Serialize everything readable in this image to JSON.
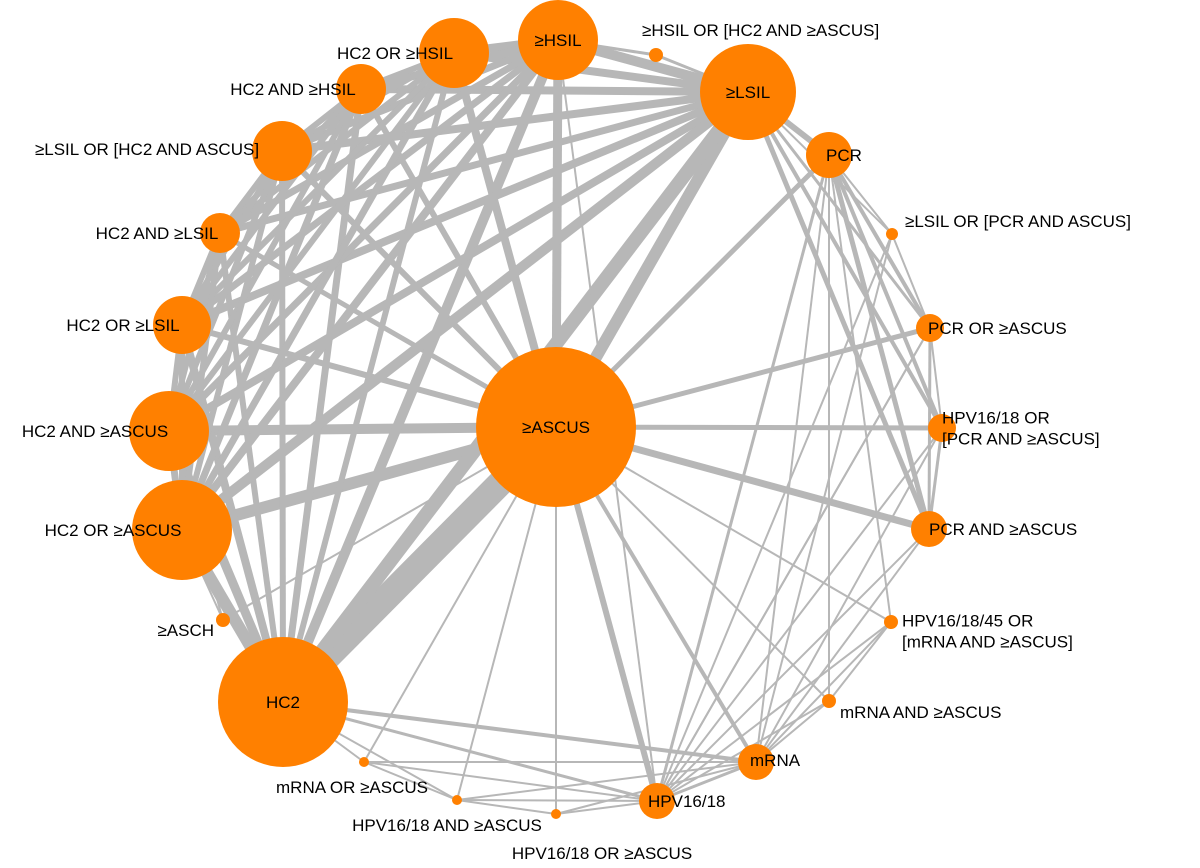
{
  "colors": {
    "node": "#ff8000",
    "edge": "#b7b7b7",
    "label": "#000000",
    "background": "#ffffff"
  },
  "nodes": [
    {
      "id": "ascus",
      "lines": [
        "≥ASCUS"
      ]
    },
    {
      "id": "hsil",
      "lines": [
        "≥HSIL"
      ]
    },
    {
      "id": "hsil_or_hc2_ascus",
      "lines": [
        "≥HSIL OR [HC2 AND ≥ASCUS]"
      ]
    },
    {
      "id": "lsil",
      "lines": [
        "≥LSIL"
      ]
    },
    {
      "id": "pcr",
      "lines": [
        "PCR"
      ]
    },
    {
      "id": "lsil_or_pcr_ascus",
      "lines": [
        "≥LSIL OR [PCR AND ASCUS]"
      ]
    },
    {
      "id": "pcr_or_ascus",
      "lines": [
        "PCR OR ≥ASCUS"
      ]
    },
    {
      "id": "hpv1618_or_pcr_ascus",
      "lines": [
        "HPV16/18 OR",
        "[PCR AND ≥ASCUS]"
      ]
    },
    {
      "id": "pcr_and_ascus",
      "lines": [
        "PCR AND ≥ASCUS"
      ]
    },
    {
      "id": "hpv161845_or_mrna_ascus",
      "lines": [
        "HPV16/18/45 OR",
        "[mRNA AND ≥ASCUS]"
      ]
    },
    {
      "id": "mrna_and_ascus",
      "lines": [
        "mRNA AND ≥ASCUS"
      ]
    },
    {
      "id": "mrna",
      "lines": [
        "mRNA"
      ]
    },
    {
      "id": "hpv1618",
      "lines": [
        "HPV16/18"
      ]
    },
    {
      "id": "hpv1618_or_ascus",
      "lines": [
        "HPV16/18 OR ≥ASCUS"
      ]
    },
    {
      "id": "hpv1618_and_ascus",
      "lines": [
        "HPV16/18 AND ≥ASCUS"
      ]
    },
    {
      "id": "mrna_or_ascus",
      "lines": [
        "mRNA OR ≥ASCUS"
      ]
    },
    {
      "id": "hc2",
      "lines": [
        "HC2"
      ]
    },
    {
      "id": "asch",
      "lines": [
        "≥ASCH"
      ]
    },
    {
      "id": "hc2_or_ascus",
      "lines": [
        "HC2 OR ≥ASCUS"
      ]
    },
    {
      "id": "hc2_and_ascus",
      "lines": [
        "HC2 AND ≥ASCUS"
      ]
    },
    {
      "id": "hc2_or_lsil",
      "lines": [
        "HC2 OR ≥LSIL"
      ]
    },
    {
      "id": "hc2_and_lsil",
      "lines": [
        "HC2 AND ≥LSIL"
      ]
    },
    {
      "id": "lsil_or_hc2_ascus",
      "lines": [
        "≥LSIL OR [HC2 AND ASCUS]"
      ]
    },
    {
      "id": "hc2_and_hsil",
      "lines": [
        "HC2 AND ≥HSIL"
      ]
    },
    {
      "id": "hc2_or_hsil",
      "lines": [
        "HC2 OR ≥HSIL"
      ]
    }
  ],
  "edges": [
    [
      "ascus",
      "hc2",
      26
    ],
    [
      "ascus",
      "lsil",
      12
    ],
    [
      "ascus",
      "hsil",
      9
    ],
    [
      "ascus",
      "hc2_or_ascus",
      12
    ],
    [
      "ascus",
      "hc2_and_ascus",
      10
    ],
    [
      "ascus",
      "hc2_or_hsil",
      8
    ],
    [
      "ascus",
      "hc2_or_lsil",
      6
    ],
    [
      "ascus",
      "hc2_and_lsil",
      5
    ],
    [
      "ascus",
      "lsil_or_hc2_ascus",
      6
    ],
    [
      "ascus",
      "hc2_and_hsil",
      6
    ],
    [
      "ascus",
      "pcr_and_ascus",
      7
    ],
    [
      "ascus",
      "pcr_or_ascus",
      5
    ],
    [
      "ascus",
      "hpv1618_or_pcr_ascus",
      5
    ],
    [
      "ascus",
      "pcr",
      5
    ],
    [
      "ascus",
      "hpv1618",
      6
    ],
    [
      "ascus",
      "mrna",
      4
    ],
    [
      "ascus",
      "mrna_and_ascus",
      2
    ],
    [
      "ascus",
      "hpv161845_or_mrna_ascus",
      2
    ],
    [
      "ascus",
      "hpv1618_or_ascus",
      2
    ],
    [
      "ascus",
      "hpv1618_and_ascus",
      2
    ],
    [
      "ascus",
      "mrna_or_ascus",
      2
    ],
    [
      "ascus",
      "asch",
      2
    ],
    [
      "hc2",
      "lsil",
      14
    ],
    [
      "hc2",
      "hsil",
      10
    ],
    [
      "hc2",
      "hc2_or_ascus",
      12
    ],
    [
      "hc2",
      "hc2_and_ascus",
      9
    ],
    [
      "hc2",
      "hc2_or_lsil",
      8
    ],
    [
      "hc2",
      "hc2_and_lsil",
      6
    ],
    [
      "hc2",
      "lsil_or_hc2_ascus",
      6
    ],
    [
      "hc2",
      "hc2_and_hsil",
      7
    ],
    [
      "hc2",
      "hc2_or_hsil",
      6
    ],
    [
      "hc2",
      "mrna",
      4
    ],
    [
      "hc2",
      "hpv1618",
      3
    ],
    [
      "hc2",
      "mrna_or_ascus",
      2
    ],
    [
      "hc2",
      "hpv1618_and_ascus",
      2
    ],
    [
      "lsil",
      "hsil",
      10
    ],
    [
      "lsil",
      "hc2_or_hsil",
      8
    ],
    [
      "lsil",
      "hc2_and_hsil",
      8
    ],
    [
      "lsil",
      "lsil_or_hc2_ascus",
      8
    ],
    [
      "lsil",
      "hc2_and_lsil",
      7
    ],
    [
      "lsil",
      "hc2_or_lsil",
      8
    ],
    [
      "lsil",
      "hc2_and_ascus",
      8
    ],
    [
      "lsil",
      "hc2_or_ascus",
      10
    ],
    [
      "lsil",
      "pcr",
      6
    ],
    [
      "lsil",
      "pcr_and_ascus",
      5
    ],
    [
      "lsil",
      "hpv1618_or_pcr_ascus",
      4
    ],
    [
      "lsil",
      "hsil_or_hc2_ascus",
      3
    ],
    [
      "lsil",
      "lsil_or_pcr_ascus",
      2
    ],
    [
      "lsil",
      "pcr_or_ascus",
      3
    ],
    [
      "hsil",
      "hc2_or_hsil",
      9
    ],
    [
      "hsil",
      "hc2_and_hsil",
      8
    ],
    [
      "hsil",
      "lsil_or_hc2_ascus",
      7
    ],
    [
      "hsil",
      "hc2_and_lsil",
      7
    ],
    [
      "hsil",
      "hc2_or_lsil",
      7
    ],
    [
      "hsil",
      "hc2_and_ascus",
      7
    ],
    [
      "hsil",
      "hc2_or_ascus",
      8
    ],
    [
      "hsil",
      "hsil_or_hc2_ascus",
      3
    ],
    [
      "hc2_or_hsil",
      "hc2_and_hsil",
      6
    ],
    [
      "hc2_or_hsil",
      "lsil_or_hc2_ascus",
      6
    ],
    [
      "hc2_or_hsil",
      "hc2_and_lsil",
      6
    ],
    [
      "hc2_or_hsil",
      "hc2_or_lsil",
      6
    ],
    [
      "hc2_or_hsil",
      "hc2_and_ascus",
      6
    ],
    [
      "hc2_or_hsil",
      "hc2_or_ascus",
      7
    ],
    [
      "hc2_and_hsil",
      "lsil_or_hc2_ascus",
      6
    ],
    [
      "hc2_and_hsil",
      "hc2_and_lsil",
      6
    ],
    [
      "hc2_and_hsil",
      "hc2_or_lsil",
      6
    ],
    [
      "hc2_and_hsil",
      "hc2_and_ascus",
      6
    ],
    [
      "hc2_and_hsil",
      "hc2_or_ascus",
      7
    ],
    [
      "lsil_or_hc2_ascus",
      "hc2_and_lsil",
      6
    ],
    [
      "lsil_or_hc2_ascus",
      "hc2_or_lsil",
      6
    ],
    [
      "lsil_or_hc2_ascus",
      "hc2_and_ascus",
      6
    ],
    [
      "lsil_or_hc2_ascus",
      "hc2_or_ascus",
      6
    ],
    [
      "hc2_and_lsil",
      "hc2_or_lsil",
      6
    ],
    [
      "hc2_and_lsil",
      "hc2_and_ascus",
      6
    ],
    [
      "hc2_and_lsil",
      "hc2_or_ascus",
      6
    ],
    [
      "hc2_or_lsil",
      "hc2_and_ascus",
      6
    ],
    [
      "hc2_or_lsil",
      "hc2_or_ascus",
      6
    ],
    [
      "hc2_and_ascus",
      "hc2_or_ascus",
      7
    ],
    [
      "hc2_or_ascus",
      "asch",
      2
    ],
    [
      "hc2_and_ascus",
      "asch",
      2
    ],
    [
      "pcr",
      "pcr_and_ascus",
      5
    ],
    [
      "pcr",
      "hpv1618_or_pcr_ascus",
      4
    ],
    [
      "pcr",
      "pcr_or_ascus",
      4
    ],
    [
      "pcr",
      "lsil_or_pcr_ascus",
      2
    ],
    [
      "pcr",
      "hpv1618",
      3
    ],
    [
      "pcr",
      "mrna",
      2
    ],
    [
      "pcr",
      "hpv161845_or_mrna_ascus",
      2
    ],
    [
      "pcr",
      "mrna_and_ascus",
      2
    ],
    [
      "pcr_and_ascus",
      "hpv1618",
      2
    ],
    [
      "pcr_and_ascus",
      "mrna",
      2
    ],
    [
      "pcr_and_ascus",
      "hpv1618_or_pcr_ascus",
      3
    ],
    [
      "pcr_and_ascus",
      "pcr_or_ascus",
      3
    ],
    [
      "pcr_or_ascus",
      "hpv1618",
      2
    ],
    [
      "pcr_or_ascus",
      "hpv1618_or_pcr_ascus",
      2
    ],
    [
      "pcr_or_ascus",
      "lsil_or_pcr_ascus",
      2
    ],
    [
      "hpv1618_or_pcr_ascus",
      "hpv1618",
      2
    ],
    [
      "hpv1618_or_pcr_ascus",
      "mrna",
      2
    ],
    [
      "lsil_or_pcr_ascus",
      "hpv1618",
      2
    ],
    [
      "lsil_or_pcr_ascus",
      "mrna",
      2
    ],
    [
      "hpv1618",
      "mrna",
      3
    ],
    [
      "hpv1618",
      "mrna_and_ascus",
      2
    ],
    [
      "hpv1618",
      "hpv161845_or_mrna_ascus",
      2
    ],
    [
      "hpv1618",
      "hpv1618_or_ascus",
      2
    ],
    [
      "hpv1618",
      "hpv1618_and_ascus",
      2
    ],
    [
      "hpv1618",
      "mrna_or_ascus",
      2
    ],
    [
      "hpv1618",
      "hsil",
      2
    ],
    [
      "mrna",
      "mrna_and_ascus",
      2
    ],
    [
      "mrna",
      "hpv161845_or_mrna_ascus",
      2
    ],
    [
      "mrna",
      "hpv1618_or_ascus",
      2
    ],
    [
      "mrna",
      "hpv1618_and_ascus",
      2
    ],
    [
      "mrna",
      "mrna_or_ascus",
      2
    ],
    [
      "mrna_and_ascus",
      "hpv161845_or_mrna_ascus",
      2
    ],
    [
      "hpv1618_or_ascus",
      "hpv1618_and_ascus",
      2
    ],
    [
      "hpv1618_and_ascus",
      "mrna_or_ascus",
      2
    ],
    [
      "hpv1618",
      "pcr_or_ascus",
      2
    ]
  ]
}
